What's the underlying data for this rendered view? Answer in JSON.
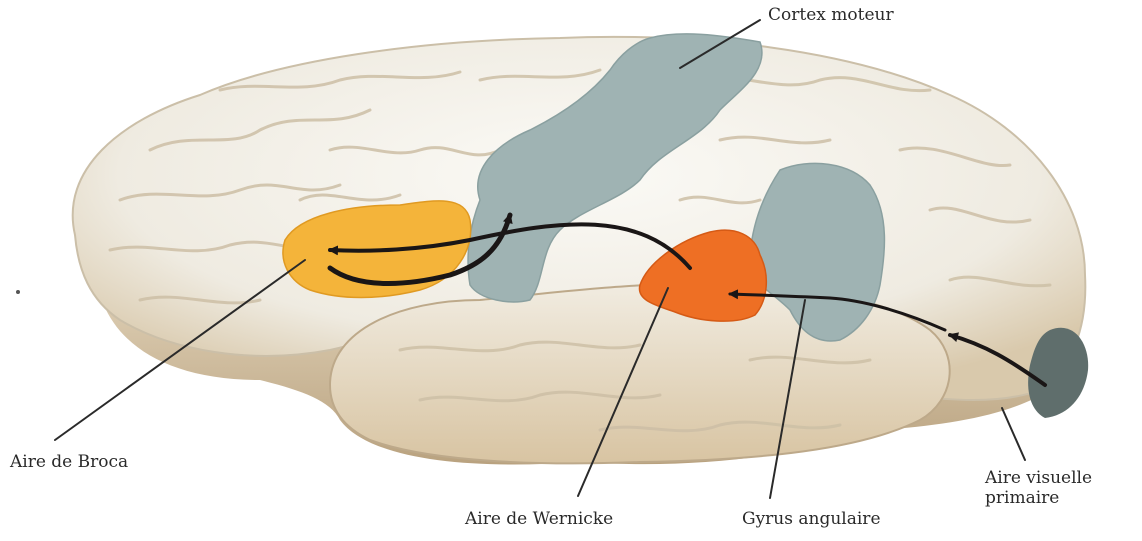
{
  "labels": {
    "cortex_moteur": "Cortex moteur",
    "aire_broca": "Aire de Broca",
    "aire_wernicke": "Aire de Wernicke",
    "gyrus_angulaire": "Gyrus angulaire",
    "aire_visuelle_line1": "Aire visuelle",
    "aire_visuelle_line2": "primaire"
  },
  "colors": {
    "cortex_moteur": "#9fb3b3",
    "aire_broca": "#f4b43a",
    "aire_wernicke": "#ee6f24",
    "gyrus_angulaire": "#9fb3b3",
    "aire_visuelle": "#5f6e6c",
    "brain_surface": "#f3f1ea",
    "temporal_shade": "#e9ddc6",
    "pathway_arrow": "#1a1616"
  }
}
